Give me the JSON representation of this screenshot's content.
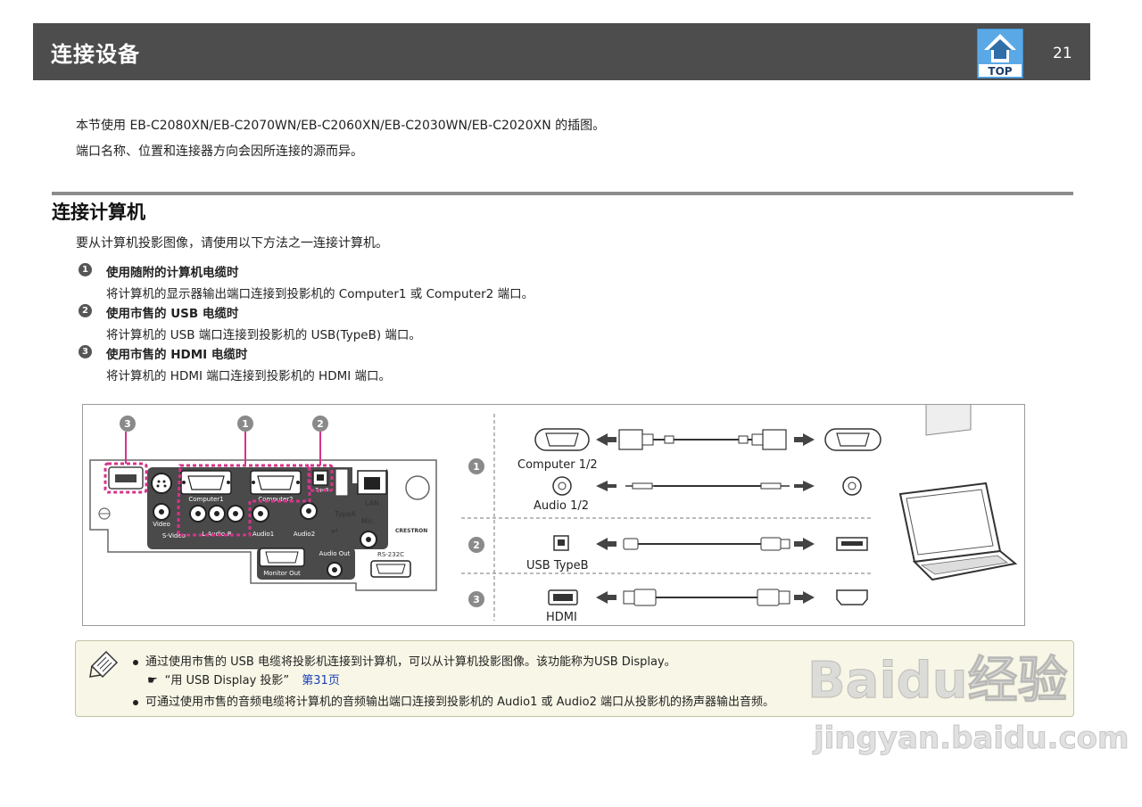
{
  "header": {
    "title": "连接设备",
    "page_number": "21",
    "top_label": "TOP"
  },
  "intro": {
    "line1": "本节使用  EB-C2080XN/EB-C2070WN/EB-C2060XN/EB-C2030WN/EB-C2020XN  的插图。",
    "line2": "端口名称、位置和连接器方向会因所连接的源而异。"
  },
  "section": {
    "title": "连接计算机",
    "para": "要从计算机投影图像，请使用以下方法之一连接计算机。",
    "items": [
      {
        "num": "1",
        "title": "使用随附的计算机电缆时",
        "desc": "将计算机的显示器输出端口连接到投影机的 Computer1 或 Computer2 端口。"
      },
      {
        "num": "2",
        "title": "使用市售的 USB 电缆时",
        "desc": "将计算机的 USB 端口连接到投影机的 USB(TypeB) 端口。"
      },
      {
        "num": "3",
        "title": "使用市售的 HDMI 电缆时",
        "desc": "将计算机的 HDMI 端口连接到投影机的 HDMI 端口。"
      }
    ]
  },
  "figure": {
    "callouts": [
      "3",
      "1",
      "2"
    ],
    "panel_labels": {
      "computer1": "Computer1",
      "computer2": "Computer2",
      "video": "Video",
      "s_video": "S-Video",
      "l_audio_r": "L-Audio-R",
      "audio1": "Audio1",
      "audio2": "Audio2",
      "type_a": "TypeA",
      "lan": "LAN",
      "mic": "Mic",
      "crestron": "CRESTRON",
      "monitor_out": "Monitor Out",
      "audio_out": "Audio Out",
      "rs232c": "RS-232C",
      "usb_b": "TypeB"
    },
    "row_labels": {
      "computer": "Computer 1/2",
      "audio": "Audio 1/2",
      "usb": "USB TypeB",
      "hdmi": "HDMI"
    },
    "row_numbers": [
      "1",
      "2",
      "3"
    ]
  },
  "note": {
    "line1": "通过使用市售的  USB  电缆将投影机连接到计算机，可以从计算机投影图像。该功能称为USB  Display。",
    "line2_prefix": "“用  USB  Display  投影”",
    "line2_link": "第31页",
    "line3": "可通过使用市售的音频电缆将计算机的音频输出端口连接到投影机的  Audio1  或  Audio2  端口从投影机的扬声器输出音频。"
  },
  "watermark": {
    "brand": "Baidu经验",
    "url": "jingyan.baidu.com"
  },
  "colors": {
    "header_bg": "#4d4d4d",
    "accent_magenta": "#d6338a",
    "link": "#1a3fb5",
    "note_bg": "#f8f6e6"
  }
}
